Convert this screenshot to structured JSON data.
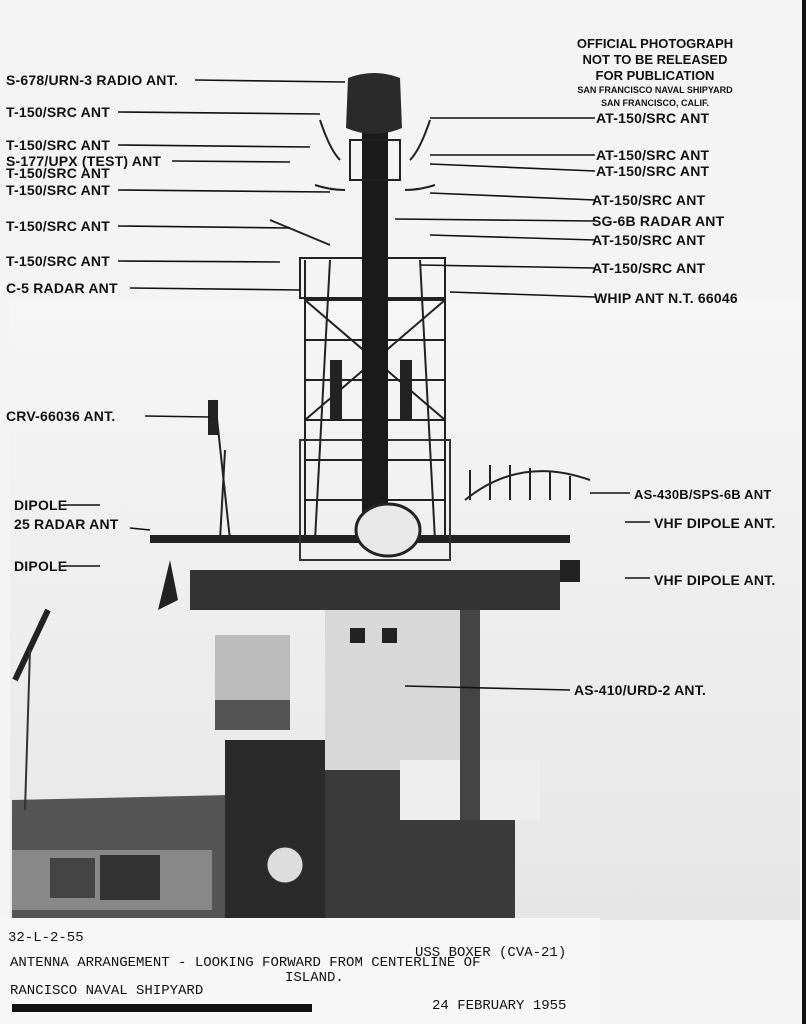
{
  "stamp": {
    "line1": "OFFICIAL PHOTOGRAPH",
    "line2": "NOT TO BE RELEASED",
    "line3": "FOR PUBLICATION",
    "line4": "SAN FRANCISCO NAVAL SHIPYARD",
    "line5": "SAN FRANCISCO, CALIF."
  },
  "left_labels": [
    "S-678/URN-3 RADIO ANT.",
    "T-150/SRC ANT",
    "T-150/SRC ANT",
    "S-177/UPX (TEST) ANT",
    "T-150/SRC ANT",
    "T-150/SRC ANT",
    "T-150/SRC ANT",
    "T-150/SRC ANT",
    "C-5 RADAR ANT",
    "CRV-66036 ANT.",
    "DIPOLE",
    "25 RADAR ANT",
    "DIPOLE"
  ],
  "right_labels": [
    "AT-150/SRC ANT",
    "AT-150/SRC ANT",
    "AT-150/SRC ANT",
    "AT-150/SRC ANT",
    "SG-6B RADAR ANT",
    "AT-150/SRC ANT",
    "AT-150/SRC ANT",
    "WHIP ANT  N.T. 66046",
    "AS-430B/SPS-6B ANT",
    "VHF DIPOLE ANT.",
    "VHF DIPOLE ANT.",
    "AS-410/URD-2 ANT."
  ],
  "caption": {
    "number": "32-L-2-55",
    "ship": "USS BOXER (CVA-21)",
    "title": "ANTENNA ARRANGEMENT - LOOKING FORWARD FROM CENTERLINE OF",
    "title2": "ISLAND.",
    "yard": "RANCISCO NAVAL SHIPYARD",
    "date": "24 FEBRUARY 1955"
  }
}
